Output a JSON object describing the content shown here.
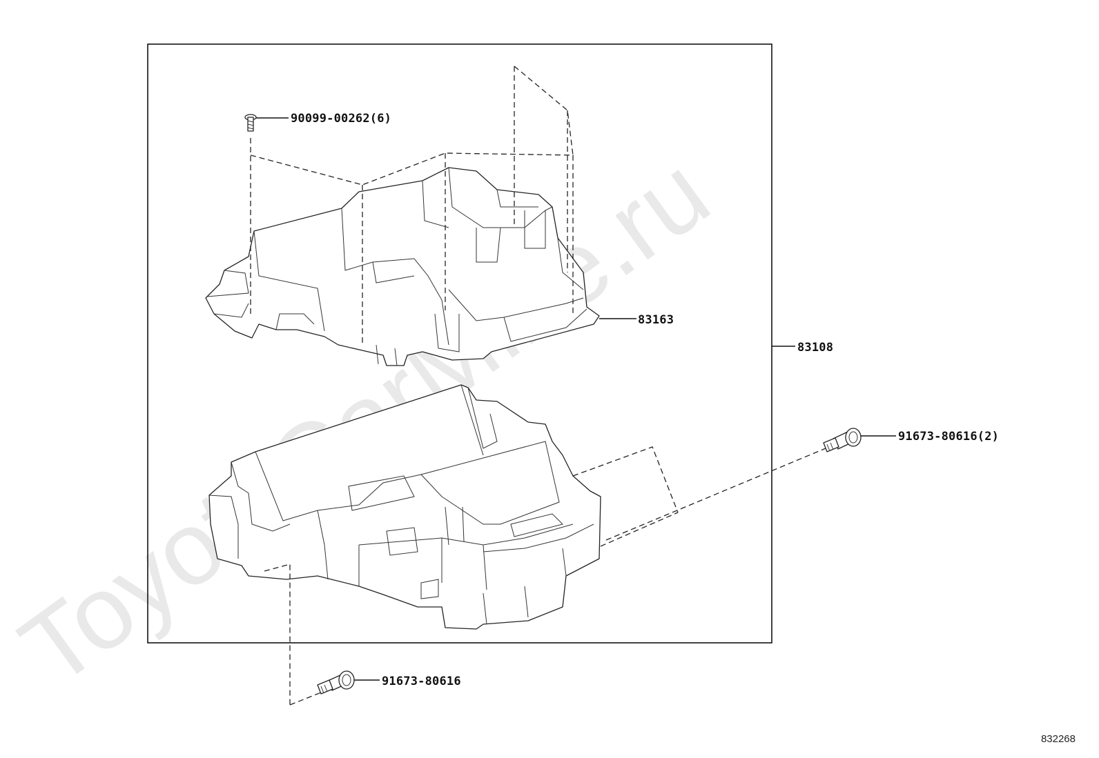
{
  "watermark": "ToyotaCarMine.ru",
  "reference_number": "832268",
  "parts": {
    "screw_top": "90099-00262(6)",
    "upper_housing": "83163",
    "assembly": "83108",
    "bolt_right": "91673-80616(2)",
    "bolt_bottom": "91673-80616"
  },
  "colors": {
    "line": "#222222",
    "watermark": "#e9e9e9",
    "background": "#ffffff"
  }
}
